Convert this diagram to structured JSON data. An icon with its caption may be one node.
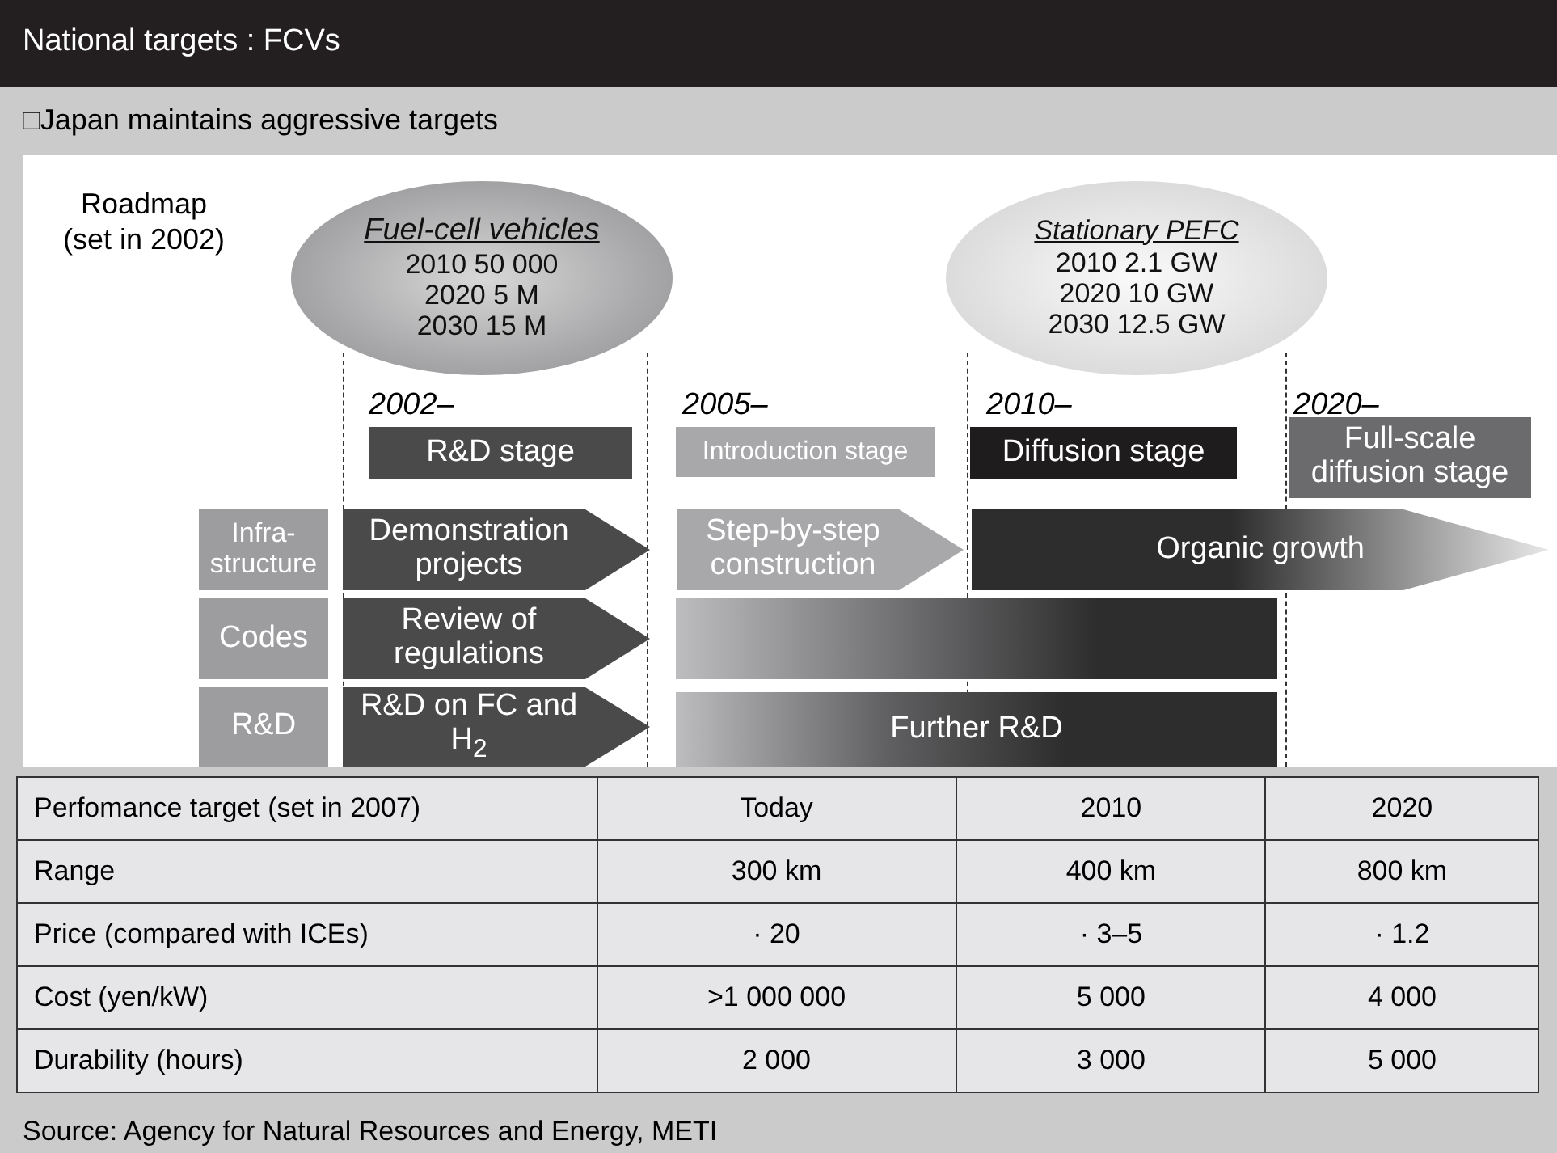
{
  "diagram": {
    "title": "National targets : FCVs",
    "caption": "Source: Agency for Natural Resources and Energy, METI",
    "nodes": [
      {
        "text": [
          "Fuel-cell vehicles",
          "2010 50 000",
          "2020 5 M",
          "2030 15 M"
        ]
      },
      {
        "text": [
          "Stationary PEFC",
          "2010 2.1 GW",
          "2020 10 GW",
          "2030 12.5 GW"
        ]
      },
      {
        "text": [
          "R&D stage"
        ]
      },
      {
        "text": [
          "Introduction stage"
        ]
      },
      {
        "text": [
          "Diffusion stage"
        ]
      },
      {
        "text": [
          "Full-scale diffusion stage"
        ]
      },
      {
        "text": [
          "Infra-structure"
        ]
      },
      {
        "text": [
          "Demonstration projects"
        ]
      },
      {
        "text": [
          "Step-by-step construction"
        ]
      },
      {
        "text": [
          "Organic growth"
        ]
      },
      {
        "text": [
          "Codes"
        ]
      },
      {
        "text": [
          "Review of regulations"
        ]
      },
      {
        "text": [],
        "shape": "bar"
      },
      {
        "text": [
          "R&D"
        ]
      },
      {
        "text": [
          "R&D on FC and H$_{2}$"
        ]
      },
      {
        "text": [
          "Further R&D"
        ]
      }
    ],
    "edges": [],
    "labels": [
      "□Japan maintains aggressive targets",
      "Roadmap (set in 2002)",
      "2002–",
      "2005–",
      "2010–",
      "2020–",
      "Perfomance target (set in 2007)",
      "Today",
      "2010",
      "2020",
      "Range",
      "300 km",
      "400 km",
      "800 km",
      "Price (compared with ICEs)",
      "· 20",
      "· 3–5",
      "· 1.2",
      "Cost (yen/kW)",
      ">1 000 000",
      "5 000",
      "4 000",
      "Durability (hours)",
      "2 000",
      "3 000",
      "5 000"
    ]
  }
}
